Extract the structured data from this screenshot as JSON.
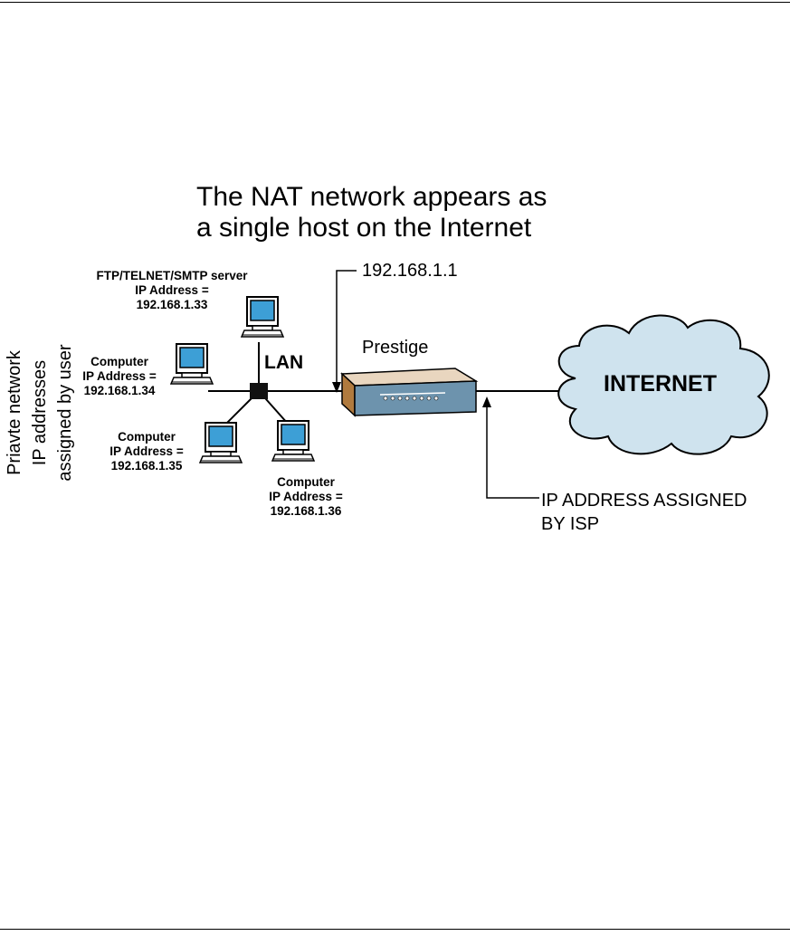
{
  "title": {
    "line1": "The NAT network appears as",
    "line2": "a single host on the Internet"
  },
  "side_label": {
    "line1": "Priavte network",
    "line2": "IP addresses",
    "line3": "assigned by user"
  },
  "hosts": [
    {
      "name": "FTP/TELNET/SMTP server",
      "ip_label": "IP Address =",
      "ip": "192.168.1.33"
    },
    {
      "name": "Computer",
      "ip_label": "IP Address =",
      "ip": "192.168.1.34"
    },
    {
      "name": "Computer",
      "ip_label": "IP Address =",
      "ip": "192.168.1.35"
    },
    {
      "name": "Computer",
      "ip_label": "IP Address =",
      "ip": "192.168.1.36"
    }
  ],
  "lan_label": "LAN",
  "router": {
    "name": "Prestige",
    "lan_ip": "192.168.1.1"
  },
  "internet_label": "INTERNET",
  "isp_note": {
    "line1": "IP ADDRESS ASSIGNED",
    "line2": "BY ISP"
  },
  "colors": {
    "screen": "#3d9fd6",
    "cloud": "#cfe3ee",
    "router_front": "#6d93ad",
    "router_top": "#e9d6bf",
    "router_side": "#b07a3e"
  }
}
